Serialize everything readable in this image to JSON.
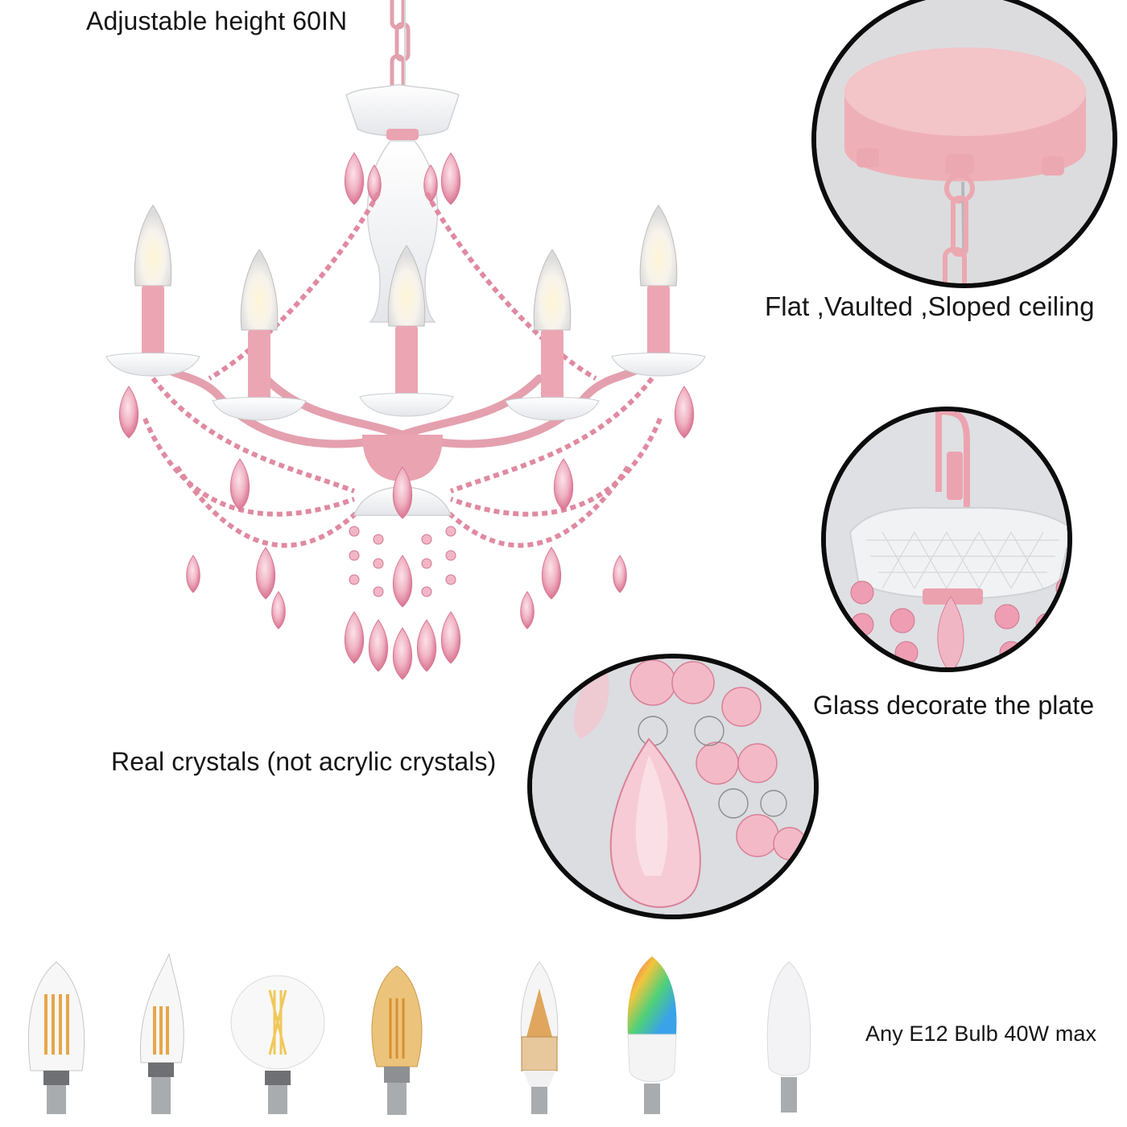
{
  "product": {
    "type": "5-light pink crystal chandelier",
    "colors": {
      "frame_pink": "#e8a4b0",
      "crystal_pink": "#e48aa3",
      "crystal_light": "#f6c9d5",
      "glass_clear": "#eef0f3",
      "circle_border": "#0c0c0c",
      "circle_bg": "#d9dadc"
    }
  },
  "callouts": {
    "height": "Adjustable height 60IN",
    "ceiling": "Flat ,Vaulted ,Sloped ceiling",
    "plate": "Glass decorate the plate",
    "crystals": "Real crystals (not acrylic crystals)",
    "bulb": "Any E12 Bulb 40W max"
  },
  "detail_views": [
    {
      "name": "ceiling-canopy",
      "caption_ref": "callouts.ceiling"
    },
    {
      "name": "glass-plate",
      "caption_ref": "callouts.plate"
    },
    {
      "name": "crystal-drop",
      "caption_ref": "callouts.crystals"
    }
  ],
  "compatible_bulbs": [
    {
      "kind": "clear filament candle",
      "icon": "candle-filament-bulb-icon"
    },
    {
      "kind": "flame-tip filament",
      "icon": "flame-tip-bulb-icon"
    },
    {
      "kind": "globe filament",
      "icon": "globe-bulb-icon"
    },
    {
      "kind": "amber filament candle",
      "icon": "amber-bulb-icon"
    },
    {
      "kind": "LED corn candle",
      "icon": "corn-led-bulb-icon"
    },
    {
      "kind": "RGB smart candle",
      "icon": "rgb-smart-bulb-icon"
    },
    {
      "kind": "white LED candle",
      "icon": "white-led-bulb-icon"
    }
  ]
}
